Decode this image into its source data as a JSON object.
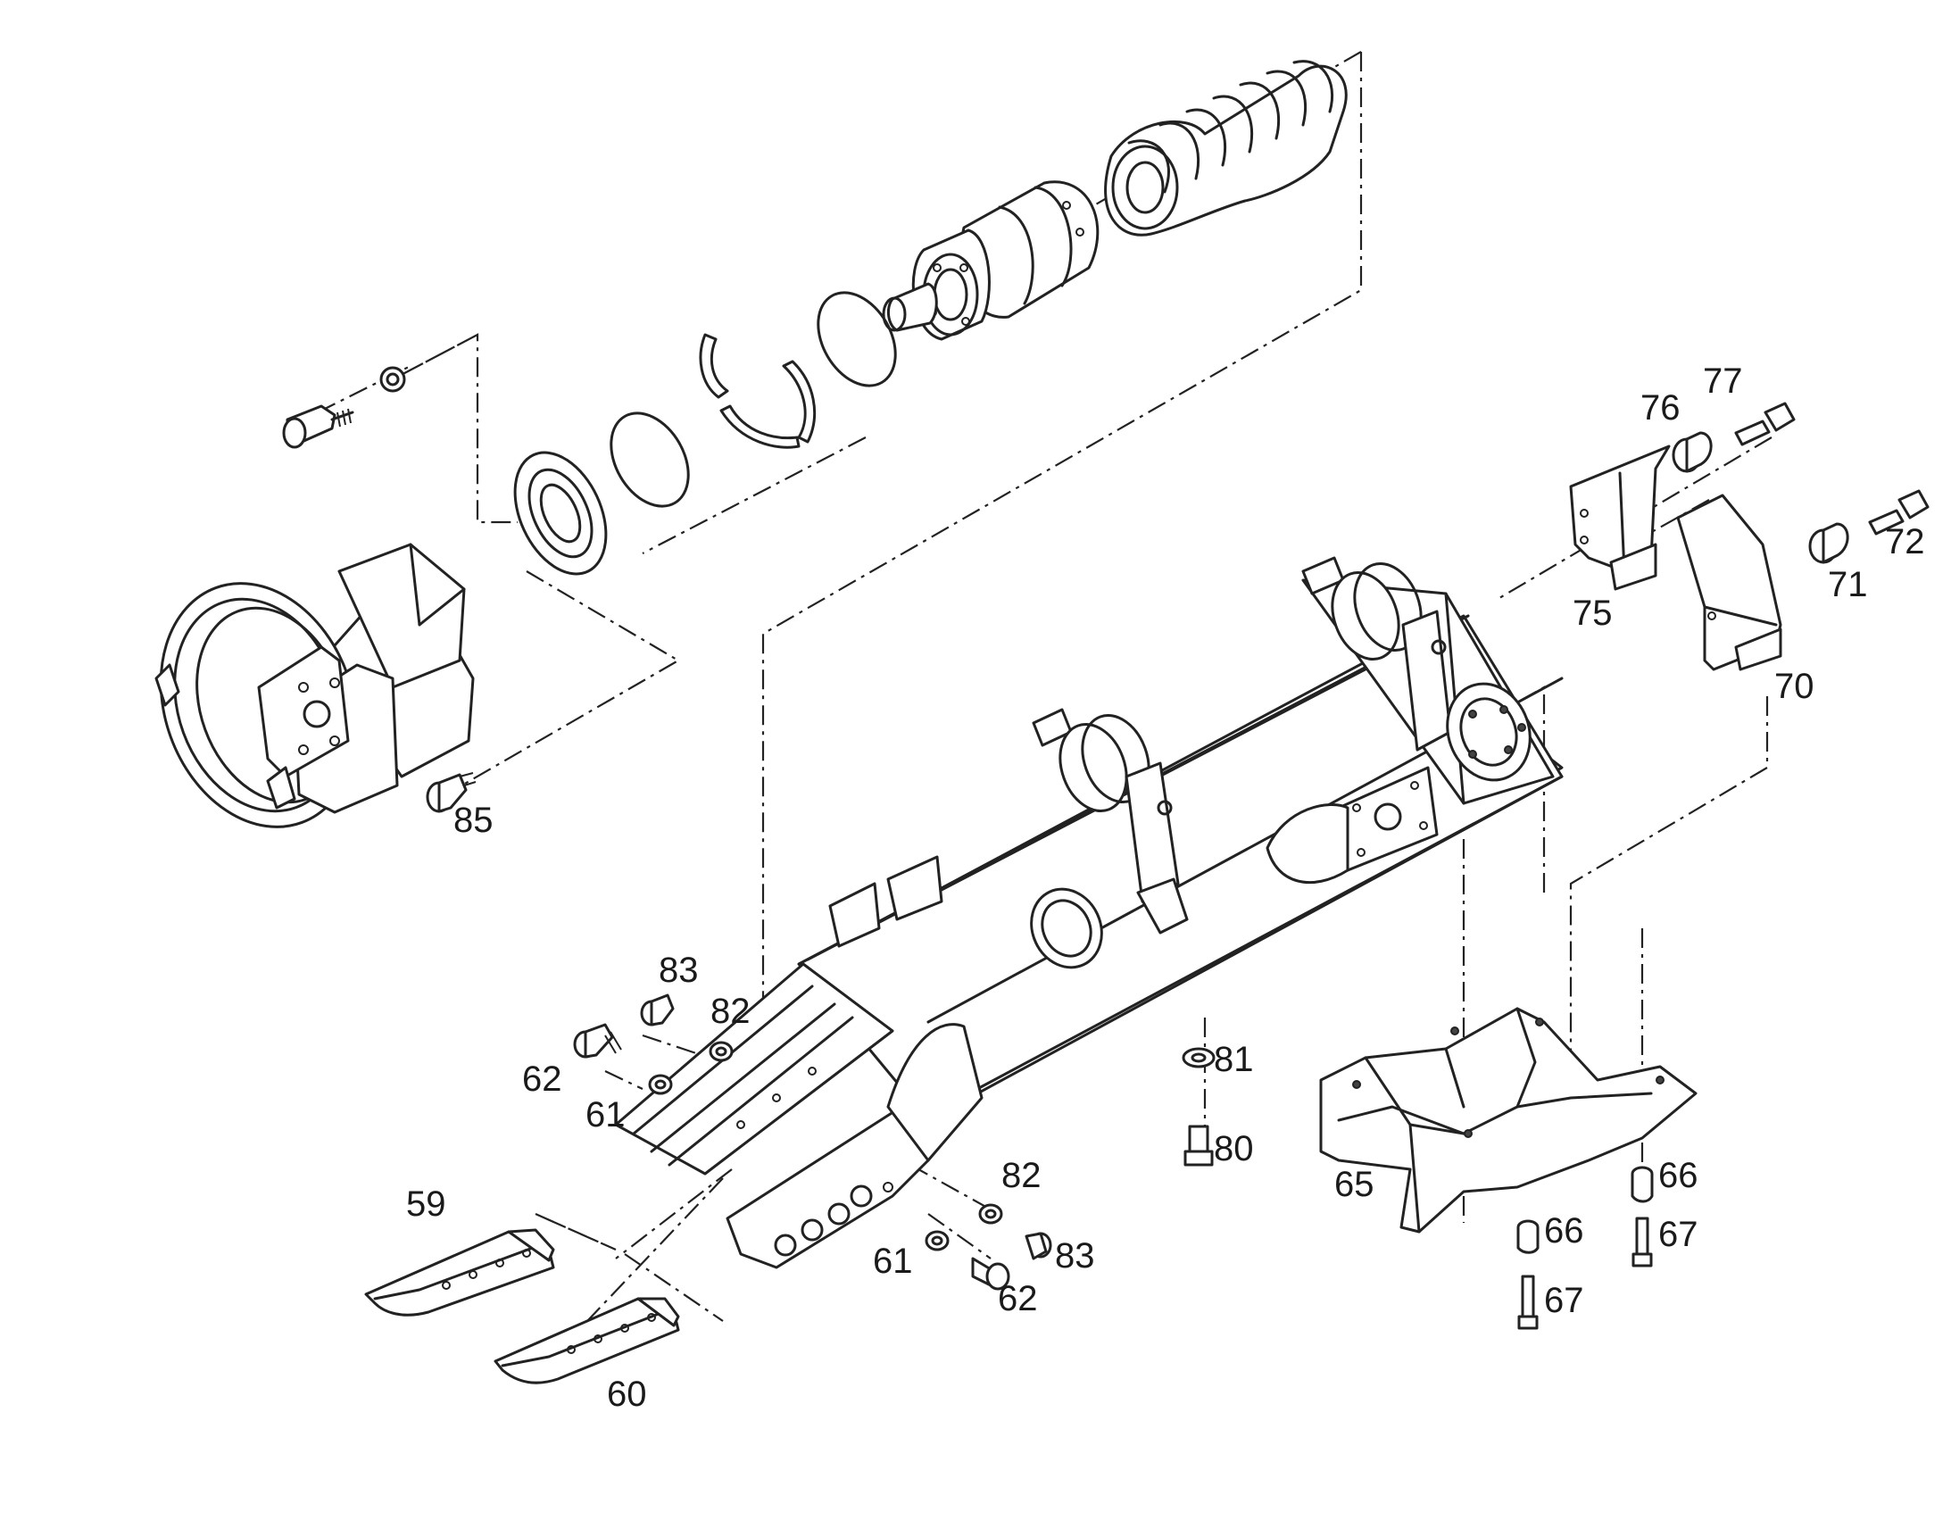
{
  "callouts": [
    {
      "id": "c85",
      "text": "85"
    },
    {
      "id": "c77",
      "text": "77"
    },
    {
      "id": "c76",
      "text": "76"
    },
    {
      "id": "c72",
      "text": "72"
    },
    {
      "id": "c71",
      "text": "71"
    },
    {
      "id": "c75",
      "text": "75"
    },
    {
      "id": "c70",
      "text": "70"
    },
    {
      "id": "c83a",
      "text": "83"
    },
    {
      "id": "c82a",
      "text": "82"
    },
    {
      "id": "c62a",
      "text": "62"
    },
    {
      "id": "c61a",
      "text": "61"
    },
    {
      "id": "c81",
      "text": "81"
    },
    {
      "id": "c80",
      "text": "80"
    },
    {
      "id": "c66a",
      "text": "66"
    },
    {
      "id": "c67a",
      "text": "67"
    },
    {
      "id": "c65",
      "text": "65"
    },
    {
      "id": "c66b",
      "text": "66"
    },
    {
      "id": "c67b",
      "text": "67"
    },
    {
      "id": "c82b",
      "text": "82"
    },
    {
      "id": "c83b",
      "text": "83"
    },
    {
      "id": "c61b",
      "text": "61"
    },
    {
      "id": "c62b",
      "text": "62"
    },
    {
      "id": "c59",
      "text": "59"
    },
    {
      "id": "c60",
      "text": "60"
    }
  ]
}
